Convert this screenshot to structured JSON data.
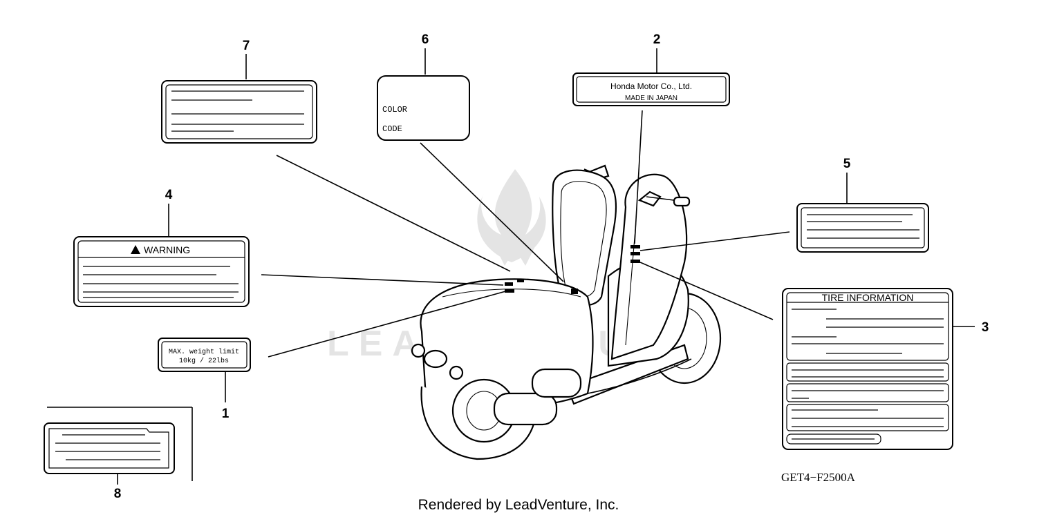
{
  "diagram_code": "GET4−F2500A",
  "footer": "Rendered by LeadVenture, Inc.",
  "watermark": "LEADVENTURE",
  "callouts": [
    "1",
    "2",
    "3",
    "4",
    "5",
    "6",
    "7",
    "8"
  ],
  "labels": {
    "label1": {
      "line1": "MAX. weight limit",
      "line2": "10kg  / 22lbs"
    },
    "label2": {
      "line1": "Honda Motor Co., Ltd.",
      "line2": "MADE IN JAPAN"
    },
    "label3": {
      "title": "TIRE INFORMATION"
    },
    "label4": {
      "title": "WARNING"
    },
    "label6": {
      "line1": "COLOR",
      "line2": "CODE"
    }
  }
}
